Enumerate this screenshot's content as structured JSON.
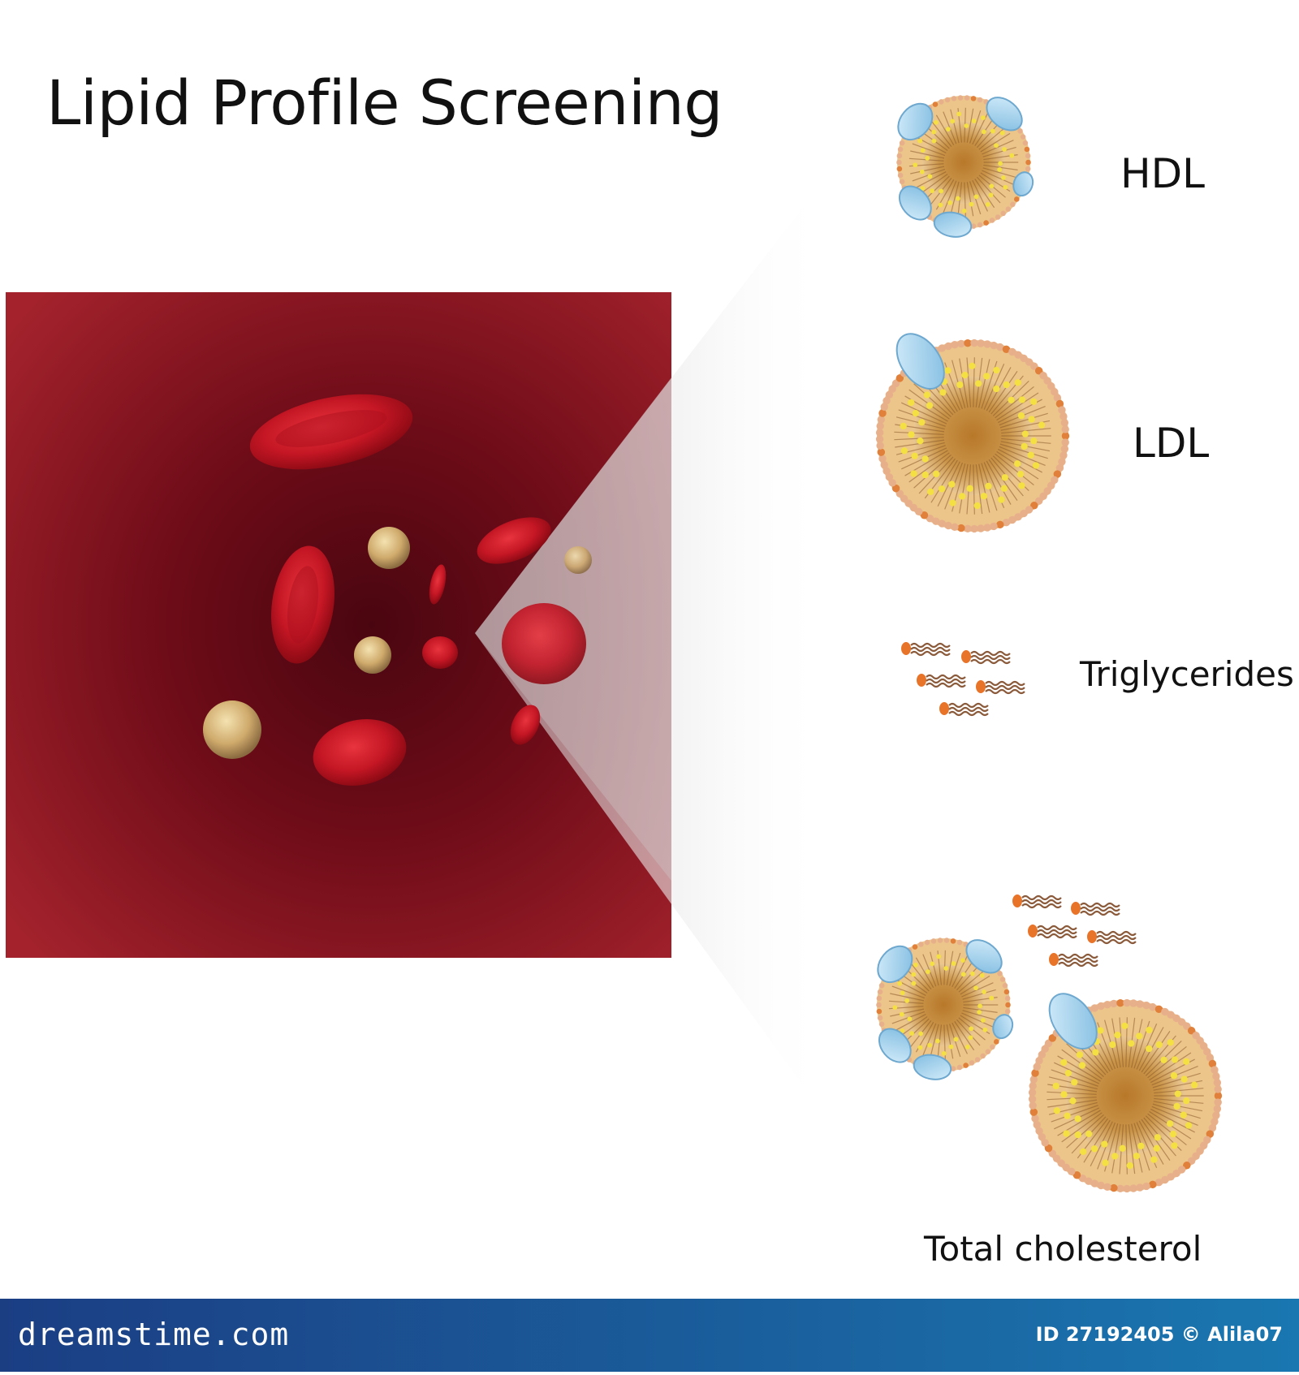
{
  "title": "Lipid Profile Screening",
  "labels": {
    "hdl": "HDL",
    "ldl": "LDL",
    "triglycerides": "Triglycerides",
    "total_cholesterol": "Total cholesterol"
  },
  "footer": {
    "brand": "dreamstime.com",
    "id_text": "ID 27192405 © Alila07"
  },
  "colors": {
    "blood": "#a01e28",
    "blood_dark": "#4a0610",
    "lipid_core": "#c98e3c",
    "lipid_shell": "#ecc58a",
    "phospholipid_head": "#f5e043",
    "apoprotein": "#9fd0ec",
    "footer": "#1a77b0"
  }
}
